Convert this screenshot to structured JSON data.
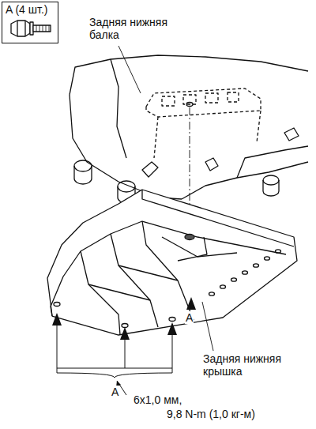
{
  "diagram": {
    "nodes": [
      {
        "text": [
          "A (4 шт.)"
        ]
      }
    ],
    "labels": [
      "Задняя нижняя балка",
      "Задняя нижняя крышка",
      "A",
      "A",
      "6x1,0 мм,",
      "9,8 N-m (1,0 кг-м)"
    ]
  }
}
